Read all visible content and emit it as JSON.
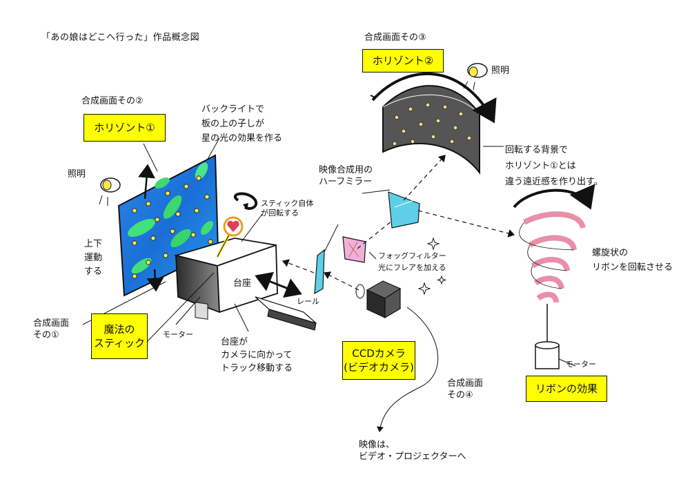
{
  "title": "「あの娘はどこへ行った」作品概念図",
  "colors": {
    "highlight": "#ffff00",
    "ink": "#111111",
    "panel_blue": "#2a7de0",
    "panel_green": "#3ddc6a",
    "ribbon_pink": "#e890a8",
    "mirror_cyan": "#5ecfe6",
    "filter_pink": "#f0b0d8"
  },
  "composite_1": {
    "label": "合成画面\nその①",
    "box": "魔法の\nスティック",
    "motor": "モーター",
    "stick_note": "スティック自体\nが回転する"
  },
  "composite_2": {
    "label": "合成画面その②",
    "box": "ホリゾント①",
    "lighting": "照明",
    "updown": "上下\n運動\nする",
    "backlight": "バックライトで\n板の上の子しが\n星の光の効果を作る"
  },
  "composite_3": {
    "label": "合成画面その③",
    "box": "ホリゾント②",
    "lighting": "照明",
    "rotate_note": "回転する背景で\nホリゾント①とは\n違う遠近感を作り出す。"
  },
  "composite_4": {
    "label": "合成画面\nその④",
    "box": "リボンの効果",
    "ribbon_note": "螺旋状の\nリボンを回転させる",
    "motor": "モーター"
  },
  "platform": {
    "label": "台座",
    "move_note": "台座が\nカメラに向かって\nトラック移動する",
    "rail": "レール"
  },
  "optics": {
    "half_mirror": "映像合成用の\nハーフミラー",
    "fog_filter": "フォッグフィルター\n光にフレアを加える"
  },
  "camera": {
    "box": "CCDカメラ\n(ビデオカメラ)",
    "output": "映像は、\nビデオ・プロジェクターへ"
  }
}
